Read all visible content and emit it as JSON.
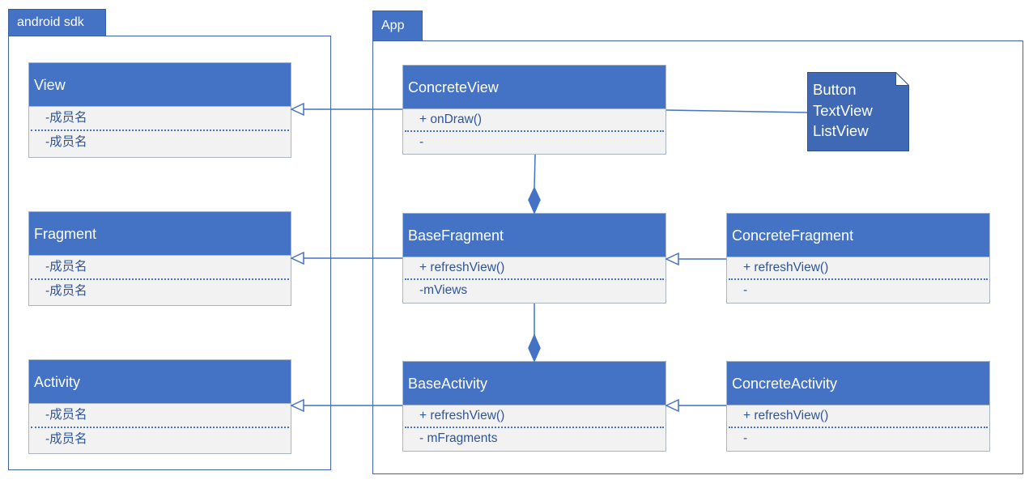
{
  "packages": {
    "sdk": {
      "label": "android sdk"
    },
    "app": {
      "label": "App"
    }
  },
  "classes": {
    "view": {
      "name": "View",
      "attr1": "-成员名",
      "attr2": "-成员名"
    },
    "fragment": {
      "name": "Fragment",
      "attr1": "-成员名",
      "attr2": "-成员名"
    },
    "activity": {
      "name": "Activity",
      "attr1": "-成员名",
      "attr2": "-成员名"
    },
    "concrete_view": {
      "name": "ConcreteView",
      "method": "+ onDraw()",
      "attr": "-"
    },
    "base_fragment": {
      "name": "BaseFragment",
      "method": "+ refreshView()",
      "attr": "-mViews"
    },
    "base_activity": {
      "name": "BaseActivity",
      "method": "+ refreshView()",
      "attr": "- mFragments"
    },
    "concrete_fragment": {
      "name": "ConcreteFragment",
      "method": "+ refreshView()",
      "attr": "-"
    },
    "concrete_activity": {
      "name": "ConcreteActivity",
      "method": "+ refreshView()",
      "attr": "-"
    }
  },
  "note": {
    "lines": [
      "Button",
      "TextView",
      "ListView"
    ]
  },
  "colors": {
    "header": "#4472c4",
    "body": "#f2f2f2",
    "line": "#4472c4",
    "text": "#2f5597",
    "note": "#3f69b5"
  }
}
